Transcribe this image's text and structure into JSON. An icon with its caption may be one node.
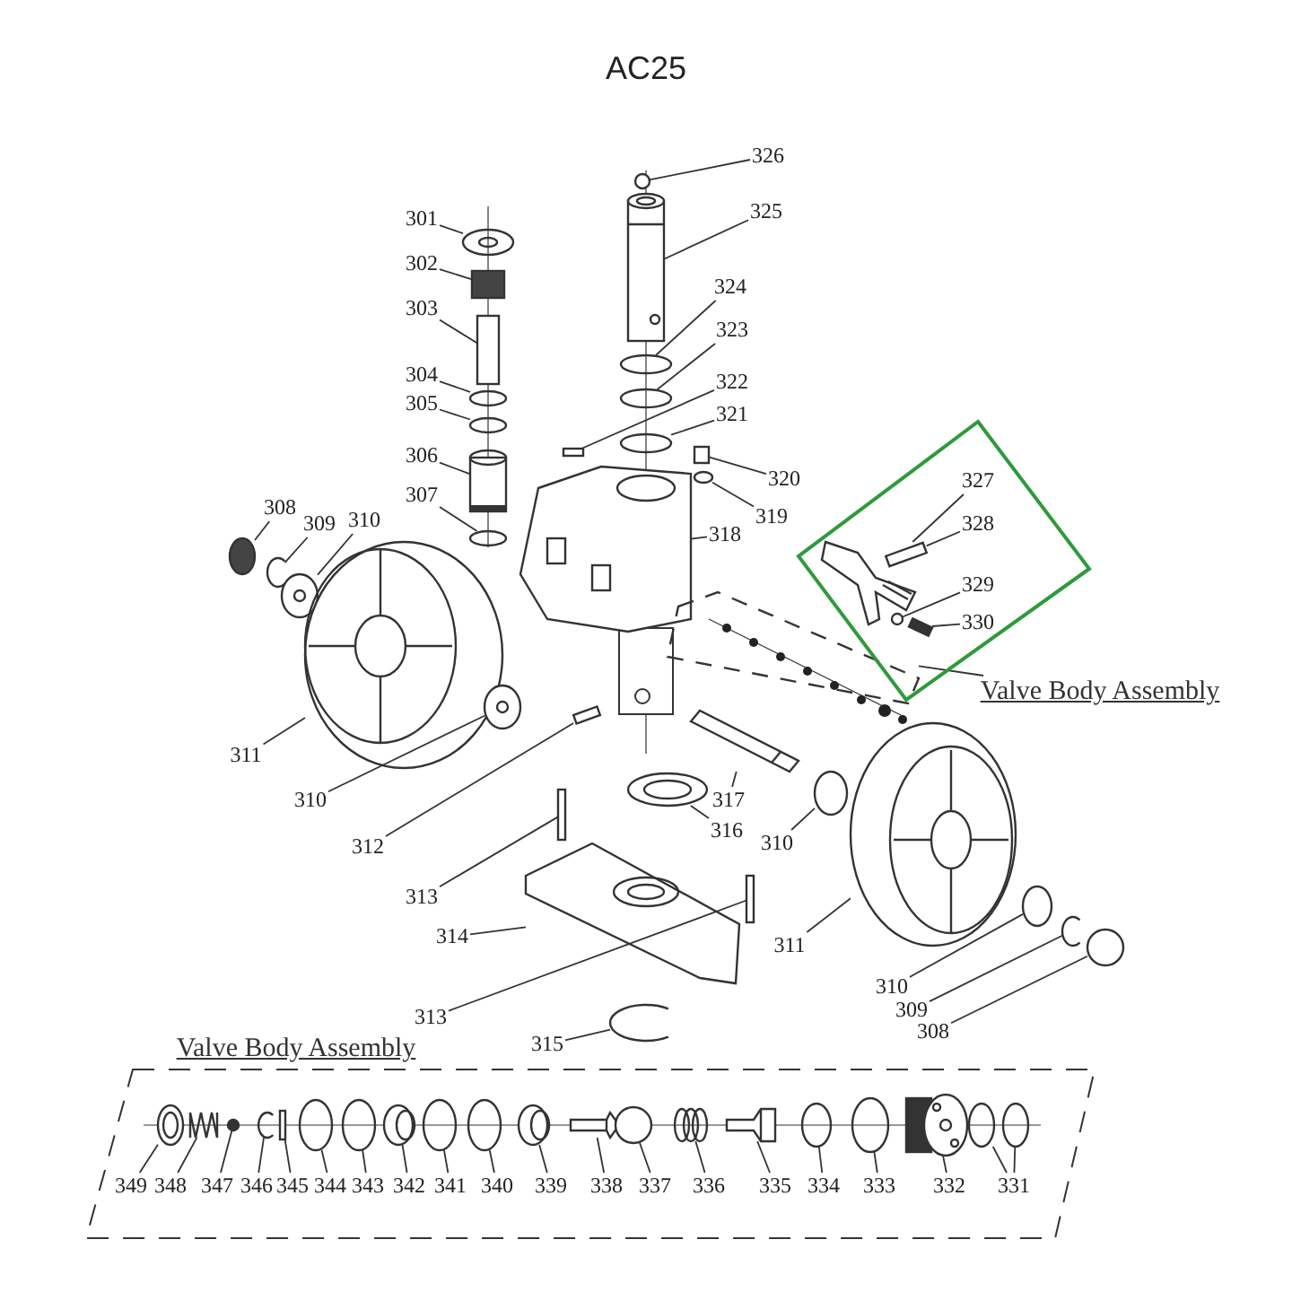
{
  "diagram": {
    "title": "AC25",
    "nodes": [
      {
        "text": [
          "326"
        ]
      },
      {
        "text": [
          "301"
        ]
      },
      {
        "text": [
          "325"
        ]
      },
      {
        "text": [
          "302"
        ]
      },
      {
        "text": [
          "324"
        ]
      },
      {
        "text": [
          "303"
        ]
      },
      {
        "text": [
          "323"
        ]
      },
      {
        "text": [
          "304"
        ]
      },
      {
        "text": [
          "322"
        ]
      },
      {
        "text": [
          "305"
        ]
      },
      {
        "text": [
          "321"
        ]
      },
      {
        "text": [
          "306"
        ]
      },
      {
        "text": [],
        "shape": "box"
      },
      {
        "text": [
          "327"
        ],
        "in": 12
      },
      {
        "text": [
          "320"
        ]
      },
      {
        "text": [
          "307"
        ]
      },
      {
        "text": [
          "308"
        ]
      },
      {
        "text": [
          "319"
        ]
      },
      {
        "text": [
          "318"
        ]
      },
      {
        "text": [
          "328"
        ],
        "in": 12
      },
      {
        "text": [
          "309"
        ]
      },
      {
        "text": [
          "310"
        ]
      },
      {
        "text": [
          "329"
        ],
        "in": 12
      },
      {
        "text": [
          "330"
        ],
        "in": 12
      },
      {
        "text": [
          "Valve Body Assembly"
        ]
      },
      {
        "text": [
          "311"
        ]
      },
      {
        "text": [
          "310"
        ]
      },
      {
        "text": [
          "317"
        ]
      },
      {
        "text": [
          "316"
        ]
      },
      {
        "text": [
          "310"
        ]
      },
      {
        "text": [
          "312"
        ]
      },
      {
        "text": [
          "313"
        ]
      },
      {
        "text": [
          "314"
        ]
      },
      {
        "text": [
          "311"
        ]
      },
      {
        "text": [
          "310"
        ]
      },
      {
        "text": [
          "309"
        ]
      },
      {
        "text": [
          "313"
        ]
      },
      {
        "text": [
          "308"
        ]
      },
      {
        "text": [
          "315"
        ]
      },
      {
        "text": [
          "349"
        ]
      },
      {
        "text": [
          "348"
        ]
      },
      {
        "text": [
          "347"
        ]
      },
      {
        "text": [
          "346"
        ]
      },
      {
        "text": [
          "345"
        ]
      },
      {
        "text": [
          "344"
        ]
      },
      {
        "text": [
          "343"
        ]
      },
      {
        "text": [
          "342"
        ]
      },
      {
        "text": [
          "341"
        ]
      },
      {
        "text": [
          "340"
        ]
      },
      {
        "text": [
          "339"
        ]
      },
      {
        "text": [
          "338"
        ]
      },
      {
        "text": [
          "337"
        ]
      },
      {
        "text": [
          "336"
        ]
      },
      {
        "text": [
          "335"
        ]
      },
      {
        "text": [
          "334"
        ]
      },
      {
        "text": [
          "333"
        ]
      },
      {
        "text": [
          "332"
        ]
      },
      {
        "text": [
          "331"
        ]
      },
      {
        "text": [],
        "shape": "circle"
      },
      {
        "text": [],
        "shape": "picture"
      },
      {
        "text": [],
        "shape": "picture"
      },
      {
        "text": [],
        "shape": "box"
      },
      {
        "text": [],
        "shape": "circle"
      },
      {
        "text": [],
        "shape": "box"
      },
      {
        "text": [],
        "shape": "circle"
      },
      {
        "text": [],
        "shape": "circle"
      },
      {
        "text": [],
        "shape": "box"
      },
      {
        "text": [],
        "shape": "circle"
      },
      {
        "text": [],
        "shape": "circle"
      },
      {
        "text": [],
        "shape": "picture"
      },
      {
        "text": [],
        "shape": "picture",
        "in": 12
      },
      {
        "text": [],
        "shape": "box"
      },
      {
        "text": [],
        "shape": "circle"
      },
      {
        "text": [],
        "shape": "circle"
      },
      {
        "text": [],
        "shape": "circle"
      },
      {
        "text": [],
        "shape": "picture"
      },
      {
        "text": [],
        "shape": "box",
        "in": 12
      },
      {
        "text": [],
        "shape": "circle"
      },
      {
        "text": [],
        "shape": "picture"
      },
      {
        "text": [],
        "shape": "circle",
        "in": 12
      },
      {
        "text": [],
        "shape": "box",
        "in": 12
      },
      {
        "text": [],
        "shape": "box"
      },
      {
        "text": [],
        "shape": "picture"
      },
      {
        "text": [],
        "shape": "picture"
      },
      {
        "text": [],
        "shape": "picture"
      },
      {
        "text": [],
        "shape": "picture"
      },
      {
        "text": [],
        "shape": "circle"
      },
      {
        "text": [],
        "shape": "box"
      },
      {
        "text": [],
        "shape": "box"
      },
      {
        "text": [],
        "shape": "picture"
      },
      {
        "text": [],
        "shape": "picture"
      },
      {
        "text": [],
        "shape": "circle"
      },
      {
        "text": [],
        "shape": "circle"
      },
      {
        "text": [],
        "shape": "box"
      },
      {
        "text": [],
        "shape": "circle"
      },
      {
        "text": [],
        "shape": "circle"
      },
      {
        "text": [],
        "shape": "picture"
      },
      {
        "text": [],
        "shape": "picture"
      },
      {
        "text": [],
        "shape": "circle"
      },
      {
        "text": [],
        "shape": "circle"
      },
      {
        "text": [],
        "shape": "box"
      },
      {
        "text": [],
        "shape": "circle"
      },
      {
        "text": [],
        "shape": "circle"
      },
      {
        "text": [],
        "shape": "picture"
      },
      {
        "text": [],
        "shape": "circle"
      },
      {
        "text": [],
        "shape": "circle"
      },
      {
        "text": [],
        "shape": "picture"
      },
      {
        "text": [],
        "shape": "picture"
      },
      {
        "text": [],
        "shape": "circle"
      },
      {
        "text": [],
        "shape": "picture"
      },
      {
        "text": [],
        "shape": "picture"
      },
      {
        "text": [],
        "shape": "circle"
      },
      {
        "text": [],
        "shape": "circle"
      },
      {
        "text": [],
        "shape": "picture"
      },
      {
        "text": [],
        "shape": "circle"
      },
      {
        "text": [],
        "shape": "circle"
      }
    ],
    "edges": [
      {
        "from": 0,
        "to": 58,
        "arrow": "none"
      },
      {
        "from": 1,
        "to": 59,
        "arrow": "none"
      },
      {
        "from": 2,
        "to": 60,
        "arrow": "none"
      },
      {
        "from": 3,
        "to": 61,
        "arrow": "none"
      },
      {
        "from": 4,
        "to": 62,
        "arrow": "none"
      },
      {
        "from": 5,
        "to": 63,
        "arrow": "none"
      },
      {
        "from": 6,
        "to": 64,
        "arrow": "none"
      },
      {
        "from": 7,
        "to": 65,
        "arrow": "none"
      },
      {
        "from": 8,
        "to": 66,
        "arrow": "none"
      },
      {
        "from": 9,
        "to": 67,
        "arrow": "none"
      },
      {
        "from": 10,
        "to": 68,
        "arrow": "none"
      },
      {
        "from": 11,
        "to": 69,
        "arrow": "none"
      },
      {
        "from": 13,
        "to": 70,
        "arrow": "none"
      },
      {
        "from": 14,
        "to": 71,
        "arrow": "none"
      },
      {
        "from": 15,
        "to": 72,
        "arrow": "none"
      },
      {
        "from": 16,
        "to": 73,
        "arrow": "none"
      },
      {
        "from": 17,
        "to": 74,
        "arrow": "none"
      },
      {
        "from": 18,
        "to": 75,
        "arrow": "none"
      },
      {
        "from": 19,
        "to": 76,
        "arrow": "none"
      },
      {
        "from": 20,
        "to": 77,
        "arrow": "none"
      },
      {
        "from": 21,
        "to": 78,
        "arrow": "none"
      },
      {
        "from": 22,
        "to": 79,
        "arrow": "none"
      },
      {
        "from": 23,
        "to": 80,
        "arrow": "none"
      },
      {
        "from": 24,
        "to": 81,
        "arrow": "none"
      },
      {
        "from": 25,
        "to": 82,
        "arrow": "none"
      },
      {
        "from": 26,
        "to": 83,
        "arrow": "none"
      },
      {
        "from": 27,
        "to": 84,
        "arrow": "none"
      },
      {
        "from": 28,
        "to": 85,
        "arrow": "none"
      },
      {
        "from": 29,
        "to": 86,
        "arrow": "none"
      },
      {
        "from": 30,
        "to": 87,
        "arrow": "none"
      },
      {
        "from": 31,
        "to": 88,
        "arrow": "none"
      },
      {
        "from": 32,
        "to": 89,
        "arrow": "none"
      },
      {
        "from": 33,
        "to": 90,
        "arrow": "none"
      },
      {
        "from": 34,
        "to": 91,
        "arrow": "none"
      },
      {
        "from": 35,
        "to": 92,
        "arrow": "none"
      },
      {
        "from": 36,
        "to": 93,
        "arrow": "none"
      },
      {
        "from": 37,
        "to": 94,
        "arrow": "none"
      },
      {
        "from": 38,
        "to": 95,
        "arrow": "none"
      },
      {
        "from": 39,
        "to": 96,
        "arrow": "none"
      },
      {
        "from": 40,
        "to": 97,
        "arrow": "none"
      },
      {
        "from": 41,
        "to": 98,
        "arrow": "none"
      },
      {
        "from": 42,
        "to": 99,
        "arrow": "none"
      },
      {
        "from": 43,
        "to": 100,
        "arrow": "none"
      },
      {
        "from": 44,
        "to": 101,
        "arrow": "none"
      },
      {
        "from": 45,
        "to": 102,
        "arrow": "none"
      },
      {
        "from": 46,
        "to": 103,
        "arrow": "none"
      },
      {
        "from": 47,
        "to": 104,
        "arrow": "none"
      },
      {
        "from": 48,
        "to": 105,
        "arrow": "none"
      },
      {
        "from": 49,
        "to": 106,
        "arrow": "none"
      },
      {
        "from": 50,
        "to": 107,
        "arrow": "none"
      },
      {
        "from": 51,
        "to": 108,
        "arrow": "none"
      },
      {
        "from": 52,
        "to": 109,
        "arrow": "none"
      },
      {
        "from": 53,
        "to": 110,
        "arrow": "none"
      },
      {
        "from": 54,
        "to": 111,
        "arrow": "none"
      },
      {
        "from": 55,
        "to": 112,
        "arrow": "none"
      },
      {
        "from": 56,
        "to": 113,
        "arrow": "none"
      },
      {
        "from": 57,
        "to": 114,
        "arrow": "none"
      },
      {
        "from": 57,
        "to": 115,
        "arrow": "none"
      }
    ],
    "labels": [
      "Valve Body Assembly"
    ]
  }
}
